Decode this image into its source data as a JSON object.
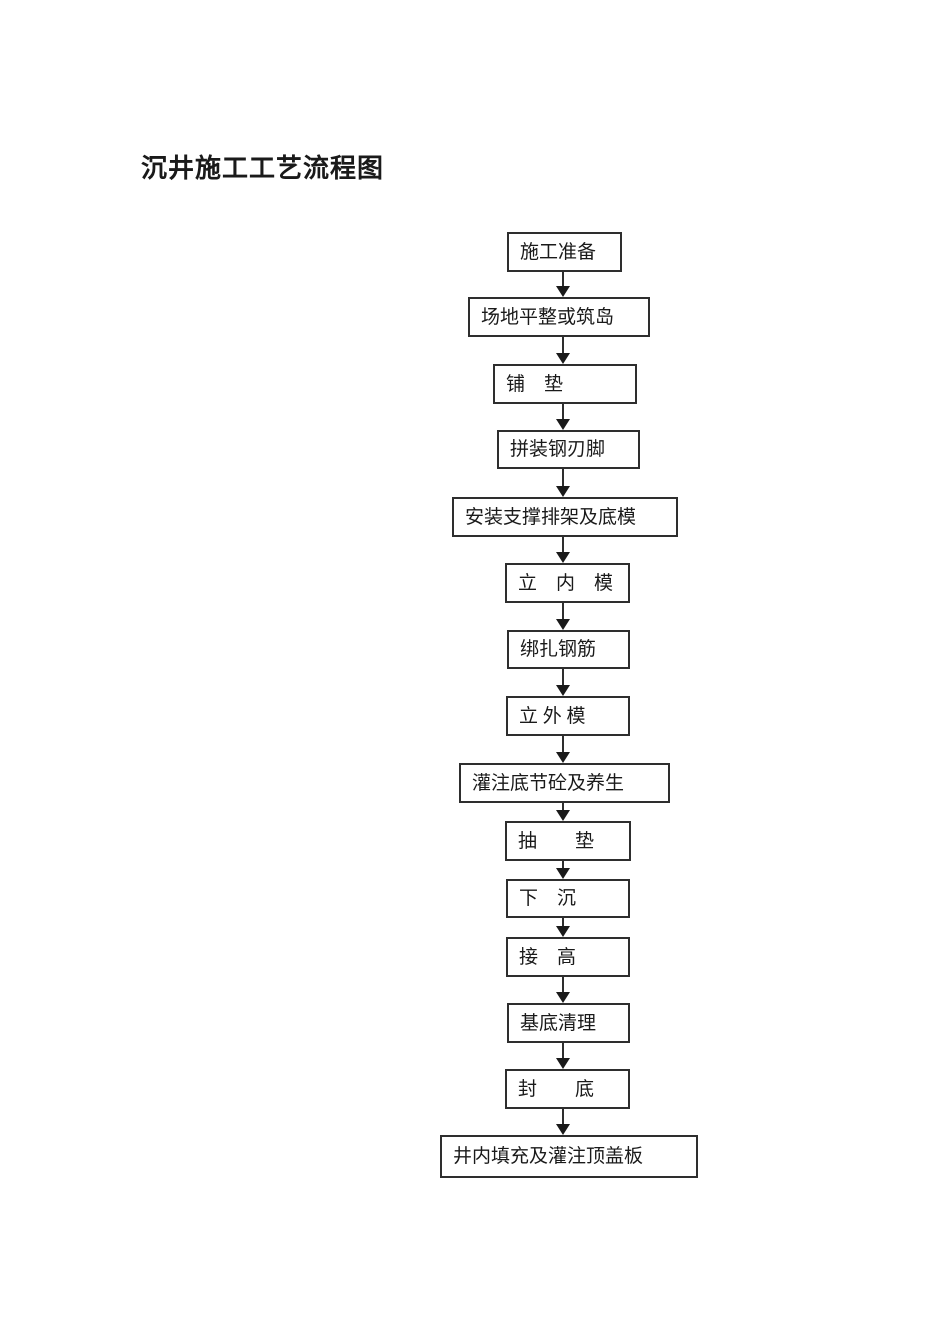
{
  "page": {
    "title": "沉井施工工艺流程图"
  },
  "flowchart": {
    "type": "vertical-flowchart",
    "colors": {
      "background": "#ffffff",
      "box_border": "#2e2e2e",
      "text": "#1a1a1a",
      "arrow": "#1a1a1a"
    },
    "steps": [
      {
        "label": "施工准备"
      },
      {
        "label": "场地平整或筑岛"
      },
      {
        "label": "铺　垫"
      },
      {
        "label": "拼装钢刃脚"
      },
      {
        "label": "安装支撑排架及底模"
      },
      {
        "label": "立　内　模"
      },
      {
        "label": "绑扎钢筋"
      },
      {
        "label": "立 外 模"
      },
      {
        "label": "灌注底节砼及养生"
      },
      {
        "label": "抽　　垫"
      },
      {
        "label": "下　沉"
      },
      {
        "label": "接　高"
      },
      {
        "label": "基底清理"
      },
      {
        "label": "封　　底"
      },
      {
        "label": "井内填充及灌注顶盖板"
      }
    ]
  }
}
